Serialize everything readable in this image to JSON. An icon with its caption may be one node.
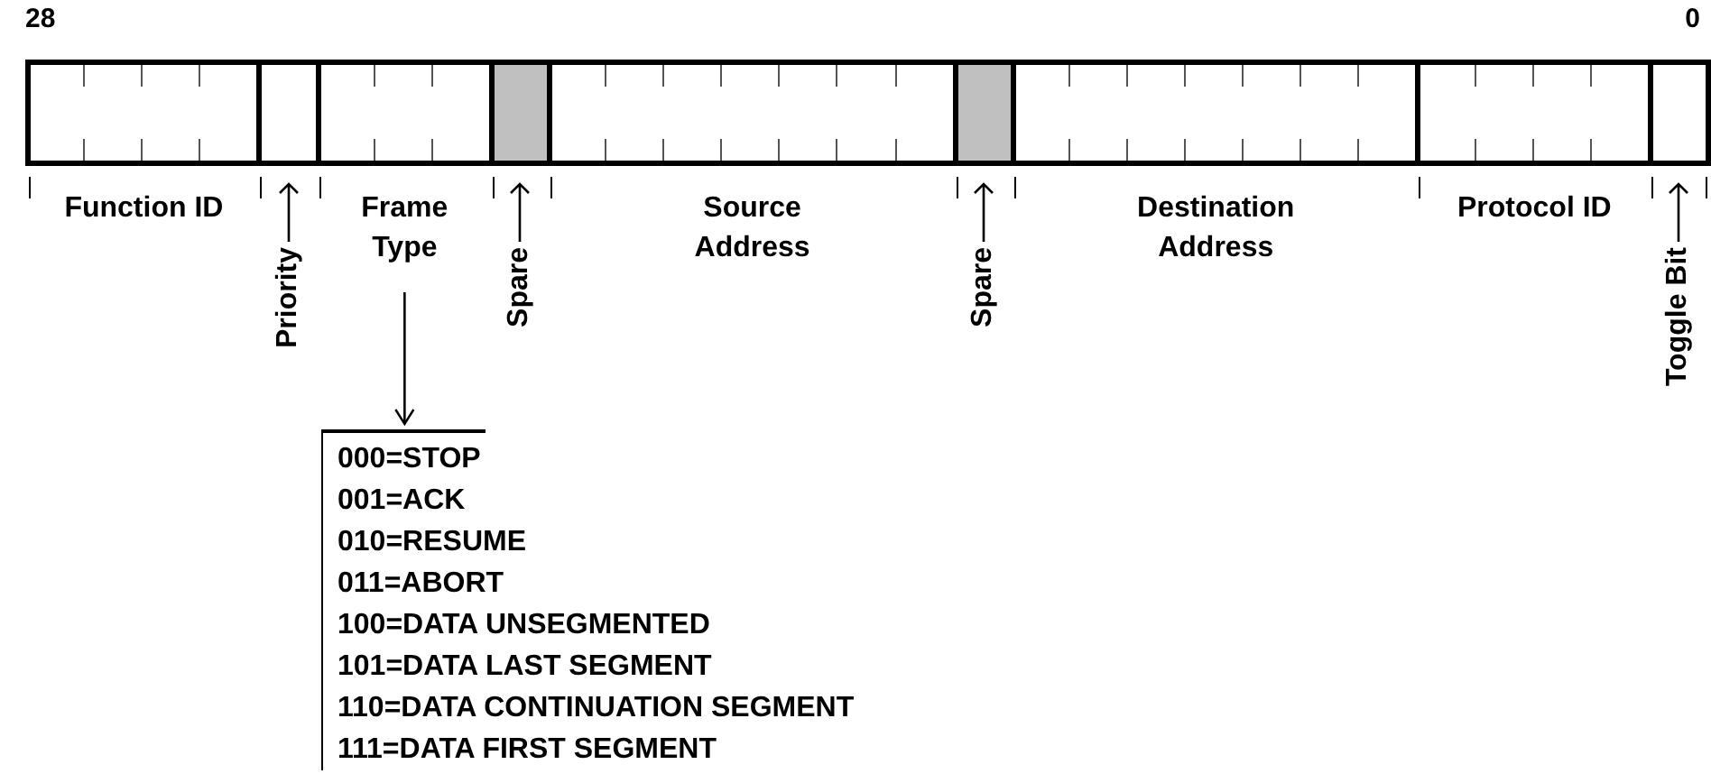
{
  "diagram": {
    "nodes": [
      {
        "text": [
          "Function ID"
        ]
      },
      {
        "text": [
          "Priority"
        ]
      },
      {
        "text": [
          "Frame Type"
        ]
      },
      {
        "text": [
          "Spare"
        ]
      },
      {
        "text": [
          "Source Address"
        ]
      },
      {
        "text": [
          "Spare"
        ]
      },
      {
        "text": [
          "Destination Address"
        ]
      },
      {
        "text": [
          "Protocol ID"
        ]
      },
      {
        "text": [
          "Toggle Bit"
        ]
      },
      {
        "text": [
          "000=STOP",
          "001=ACK",
          "010=RESUME",
          "011=ABORT",
          "100=DATA UNSEGMENTED",
          "101=DATA LAST SEGMENT",
          "110=DATA CONTINUATION SEGMENT",
          "111=DATA FIRST SEGMENT"
        ]
      }
    ],
    "edges": [
      {
        "from": 2,
        "to": 9,
        "arrow": "to"
      }
    ],
    "labels": [
      "28",
      "0"
    ]
  }
}
